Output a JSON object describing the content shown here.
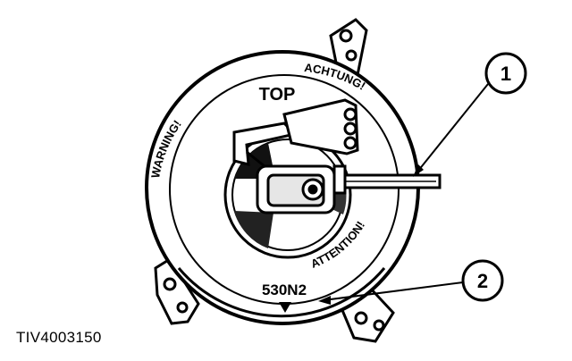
{
  "labels": {
    "top": "TOP",
    "warning": "WARNING!",
    "achtung": "ACHTUNG!",
    "attention": "ATTENTION!",
    "part_code": "530N2"
  },
  "callouts": [
    {
      "number": "1"
    },
    {
      "number": "2"
    }
  ],
  "figure_id": "TIV4003150"
}
